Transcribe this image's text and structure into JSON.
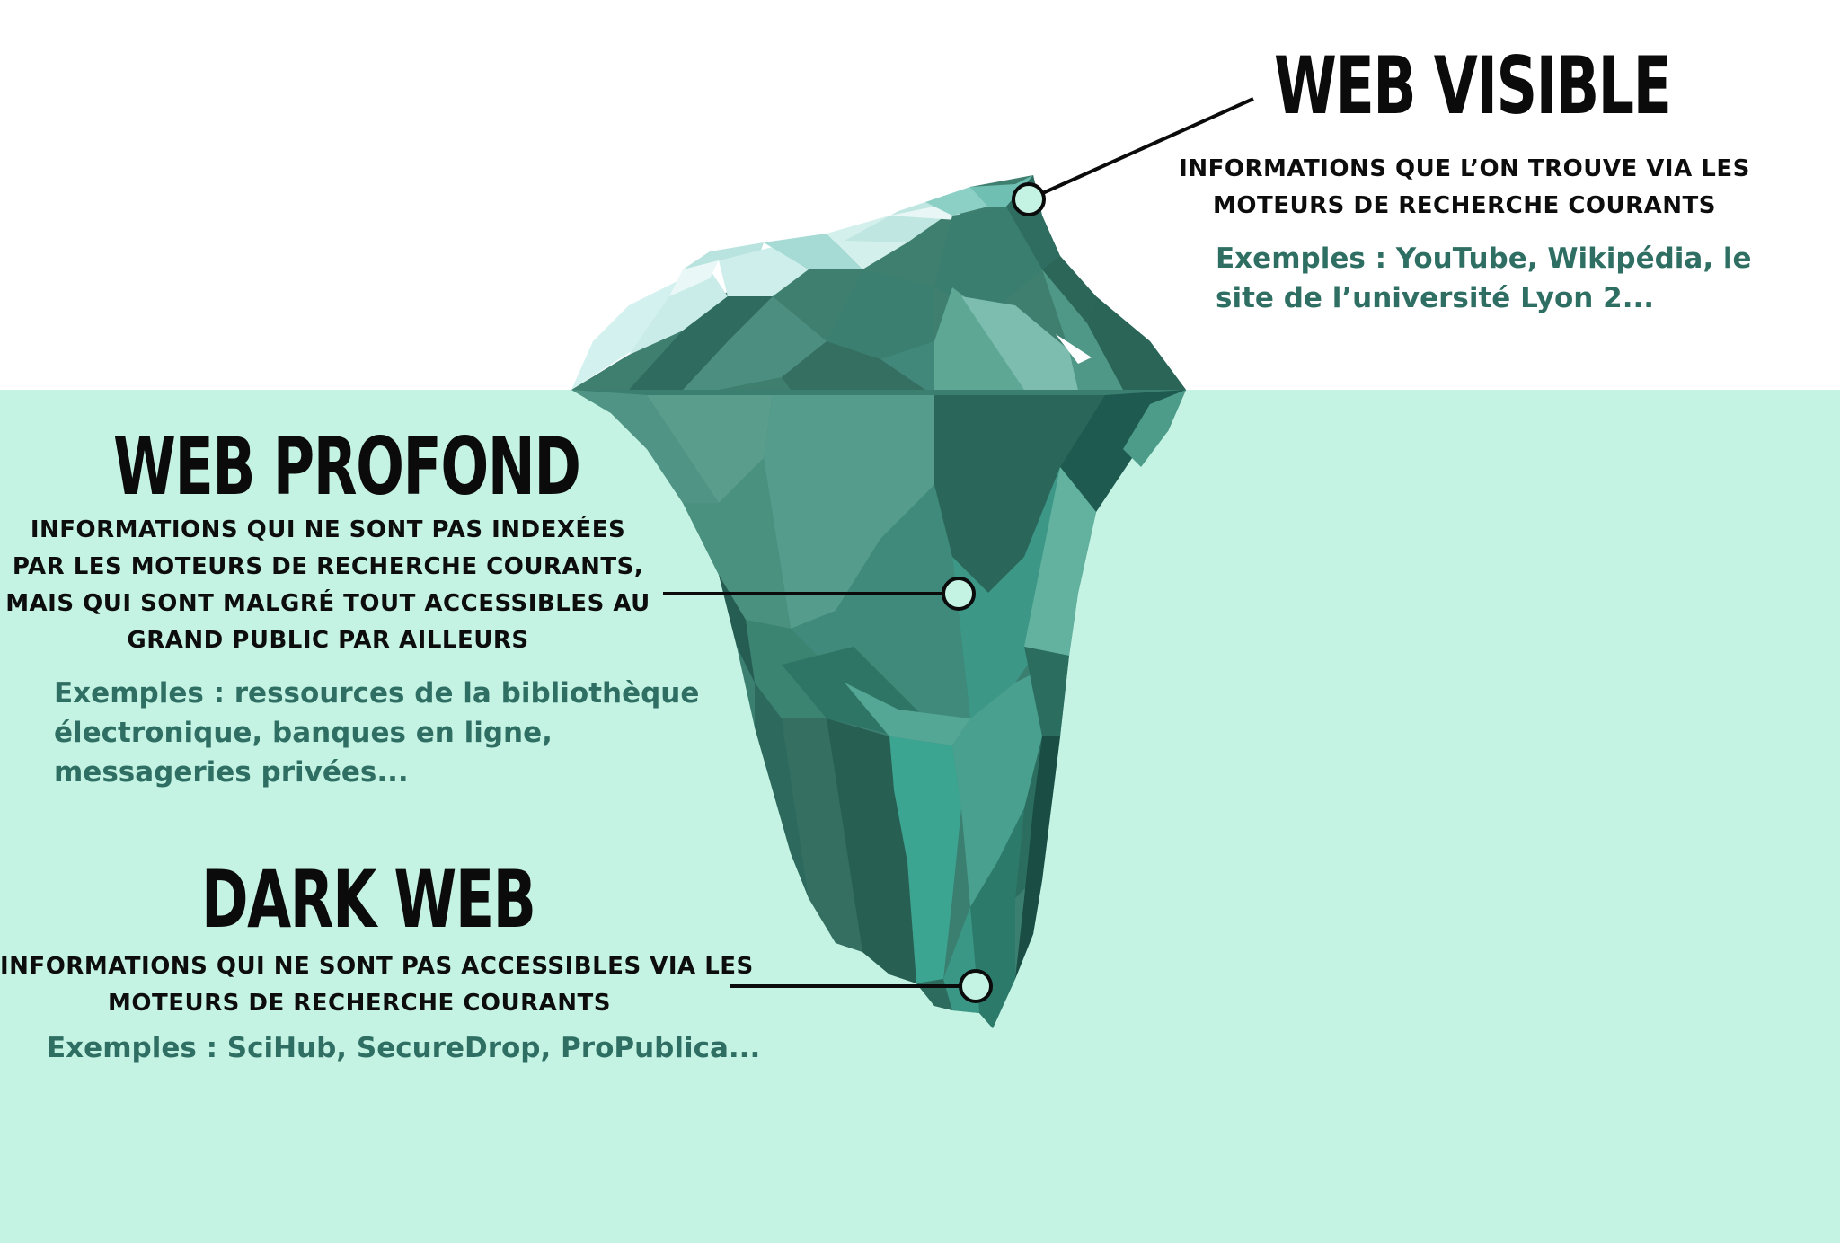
{
  "colors": {
    "sky": "#ffffff",
    "water": "#c4f2e3",
    "title_text": "#0b0b0b",
    "description_text": "#0d0d0d",
    "example_text": "#2f6f63",
    "marker_fill": "#c4f2e3",
    "iceberg_dark": "#1e5a4f",
    "iceberg_mid": "#3f8b7b",
    "iceberg_light": "#5fae9c",
    "iceberg_bright": "#3da593",
    "ice_top_light": "#e6f7f5"
  },
  "sections": {
    "visible": {
      "title": "WEB VISIBLE",
      "description": [
        "INFORMATIONS QUE L’ON TROUVE VIA LES",
        "MOTEURS DE RECHERCHE COURANTS"
      ],
      "examples": [
        "Exemples : YouTube, Wikipédia, le",
        "site de l’université Lyon 2..."
      ]
    },
    "profond": {
      "title": "WEB PROFOND",
      "description": [
        "INFORMATIONS QUI NE SONT PAS INDEXÉES",
        "PAR LES MOTEURS DE RECHERCHE COURANTS,",
        "MAIS QUI SONT MALGRÉ TOUT ACCESSIBLES AU",
        "GRAND PUBLIC PAR AILLEURS"
      ],
      "examples": [
        "Exemples : ressources de la bibliothèque",
        "électronique, banques en ligne,",
        "messageries privées..."
      ]
    },
    "dark": {
      "title": "DARK WEB",
      "description": [
        "INFORMATIONS QUI NE SONT PAS ACCESSIBLES VIA LES",
        "MOTEURS DE RECHERCHE COURANTS"
      ],
      "examples": [
        "Exemples : SciHub, SecureDrop, ProPublica..."
      ]
    }
  }
}
